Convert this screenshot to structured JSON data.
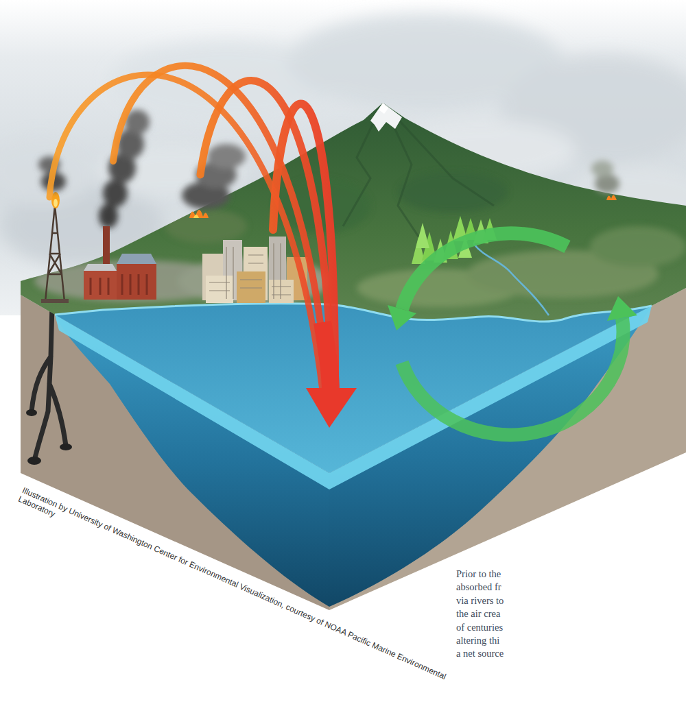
{
  "diagram": {
    "labels": [
      "Illustration by University of Washington Center for Environmental Visualization, courtesy of NOAA Pacific Marine Environmental Laboratory",
      "Prior to the",
      "absorbed fr",
      "via rivers to",
      "the air crea",
      "of centuries",
      "altering thi",
      "a net source"
    ]
  }
}
